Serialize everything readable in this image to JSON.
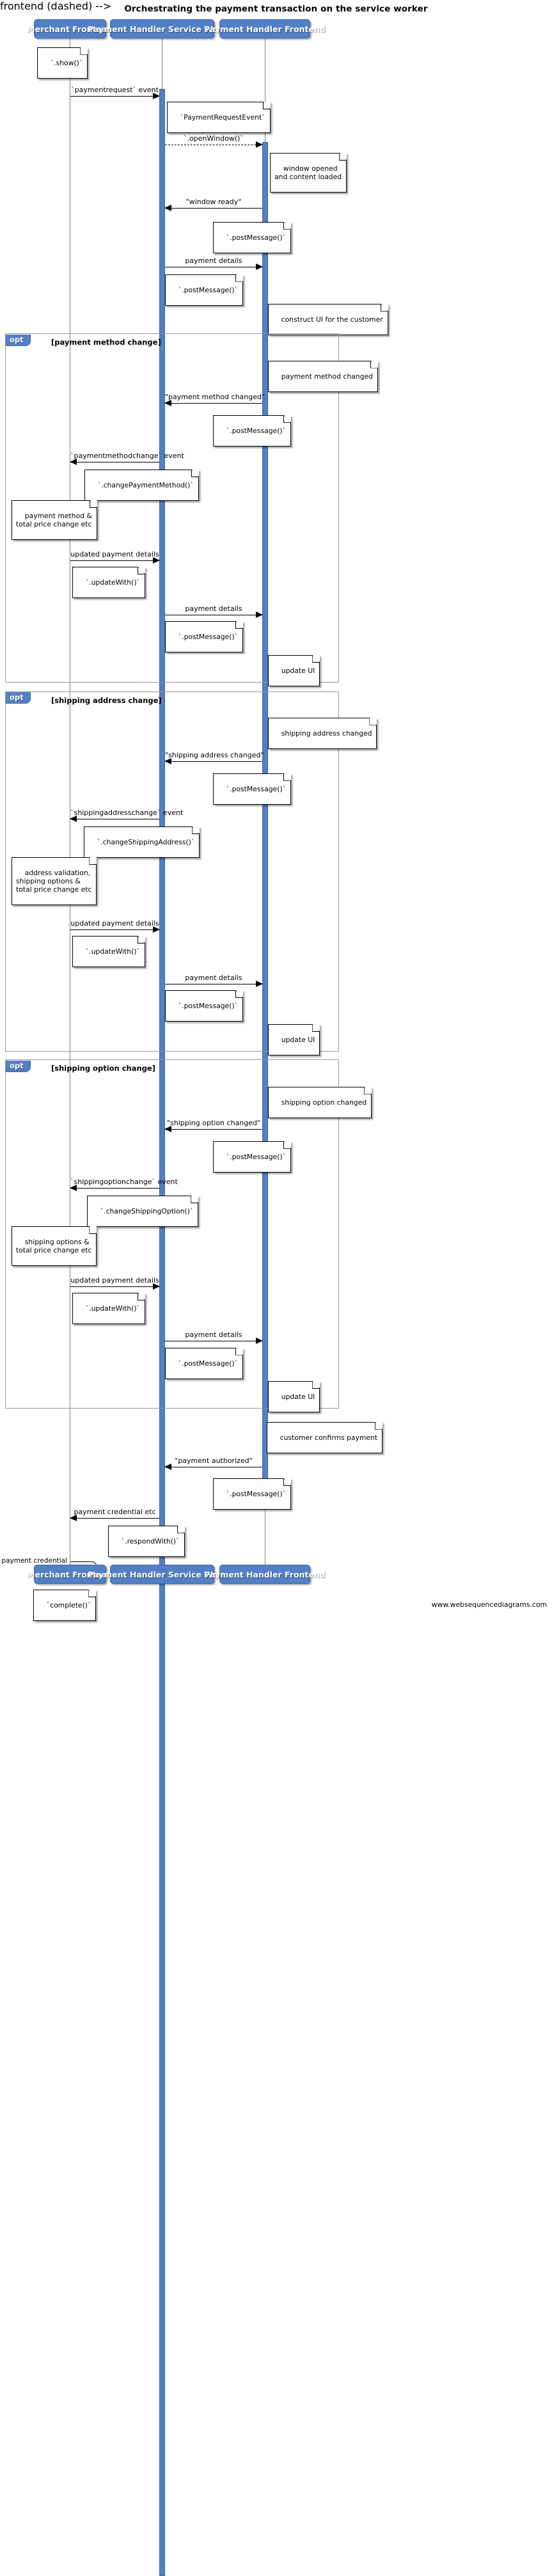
{
  "title": "Orchestrating the payment transaction on the service worker",
  "footer": "www.websequencediagrams.com",
  "colors": {
    "actor_fill": "#5380c4",
    "actor_border": "#3c66a8",
    "lifeline": "#808080",
    "fragment_border": "#999999",
    "note_fill": "#ffffff",
    "text": "#000000"
  },
  "actors": [
    {
      "id": "merchant",
      "label": "Merchant Frontend"
    },
    {
      "id": "sw",
      "label": "Payment Handler Service Worker"
    },
    {
      "id": "frontend",
      "label": "Payment Handler Frontend"
    }
  ],
  "actors_bottom": [
    {
      "id": "merchant",
      "label": "Merchant Frontend"
    },
    {
      "id": "sw",
      "label": "Payment Handler Service Worker"
    },
    {
      "id": "frontend",
      "label": "Payment Handler Frontend"
    }
  ],
  "fragments": [
    {
      "id": "opt-payment-method",
      "kind": "opt",
      "label": "[payment method change]"
    },
    {
      "id": "opt-shipping-address",
      "kind": "opt",
      "label": "[shipping address change]"
    },
    {
      "id": "opt-shipping-option",
      "kind": "opt",
      "label": "[shipping option change]"
    }
  ],
  "messages": [
    {
      "id": "m1",
      "label": "`paymentrequest` event"
    },
    {
      "id": "m2",
      "label": "`.openWindow()`"
    },
    {
      "id": "m3",
      "label": "\"window ready\""
    },
    {
      "id": "m4",
      "label": "payment details"
    },
    {
      "id": "m5",
      "label": "\"payment method changed\""
    },
    {
      "id": "m6",
      "label": "`paymentmethodchange` event"
    },
    {
      "id": "m7",
      "label": "updated payment details"
    },
    {
      "id": "m8",
      "label": "payment details"
    },
    {
      "id": "m9",
      "label": "\"shipping address changed\""
    },
    {
      "id": "m10",
      "label": "`shippingaddresschange` event"
    },
    {
      "id": "m11",
      "label": "updated payment details"
    },
    {
      "id": "m12",
      "label": "payment details"
    },
    {
      "id": "m13",
      "label": "\"shipping option changed\""
    },
    {
      "id": "m14",
      "label": "`shippingoptionchange` event"
    },
    {
      "id": "m15",
      "label": "updated payment details"
    },
    {
      "id": "m16",
      "label": "payment details"
    },
    {
      "id": "m17",
      "label": "\"payment authorized\""
    },
    {
      "id": "m18",
      "label": "payment credential etc"
    },
    {
      "id": "m19",
      "label": "validate payment credential"
    }
  ],
  "notes": [
    {
      "id": "n1",
      "text": "`.show()`"
    },
    {
      "id": "n2",
      "text": "`PaymentRequestEvent`"
    },
    {
      "id": "n3",
      "text": "window opened\nand content loaded"
    },
    {
      "id": "n4",
      "text": "`.postMessage()`"
    },
    {
      "id": "n5",
      "text": "`.postMessage()`"
    },
    {
      "id": "n6",
      "text": "construct UI for the customer"
    },
    {
      "id": "n7",
      "text": "payment method changed"
    },
    {
      "id": "n8",
      "text": "`.postMessage()`"
    },
    {
      "id": "n9",
      "text": "`.changePaymentMethod()`"
    },
    {
      "id": "n10",
      "text": "payment method &\ntotal price change etc"
    },
    {
      "id": "n11",
      "text": "`.updateWith()`"
    },
    {
      "id": "n12",
      "text": "`.postMessage()`"
    },
    {
      "id": "n13",
      "text": "update UI"
    },
    {
      "id": "n14",
      "text": "shipping address changed"
    },
    {
      "id": "n15",
      "text": "`.postMessage()`"
    },
    {
      "id": "n16",
      "text": "`.changeShippingAddress()`"
    },
    {
      "id": "n17",
      "text": "address validation,\nshipping options &\ntotal price change etc"
    },
    {
      "id": "n18",
      "text": "`.updateWith()`"
    },
    {
      "id": "n19",
      "text": "`.postMessage()`"
    },
    {
      "id": "n20",
      "text": "update UI"
    },
    {
      "id": "n21",
      "text": "shipping option changed"
    },
    {
      "id": "n22",
      "text": "`.postMessage()`"
    },
    {
      "id": "n23",
      "text": "`.changeShippingOption()`"
    },
    {
      "id": "n24",
      "text": "shipping options &\ntotal price change etc"
    },
    {
      "id": "n25",
      "text": "`.updateWith()`"
    },
    {
      "id": "n26",
      "text": "`.postMessage()`"
    },
    {
      "id": "n27",
      "text": "update UI"
    },
    {
      "id": "n28",
      "text": "customer confirms payment"
    },
    {
      "id": "n29",
      "text": "`.postMessage()`"
    },
    {
      "id": "n30",
      "text": "`.respondWith()`"
    },
    {
      "id": "n31",
      "text": "`complete()`"
    }
  ]
}
